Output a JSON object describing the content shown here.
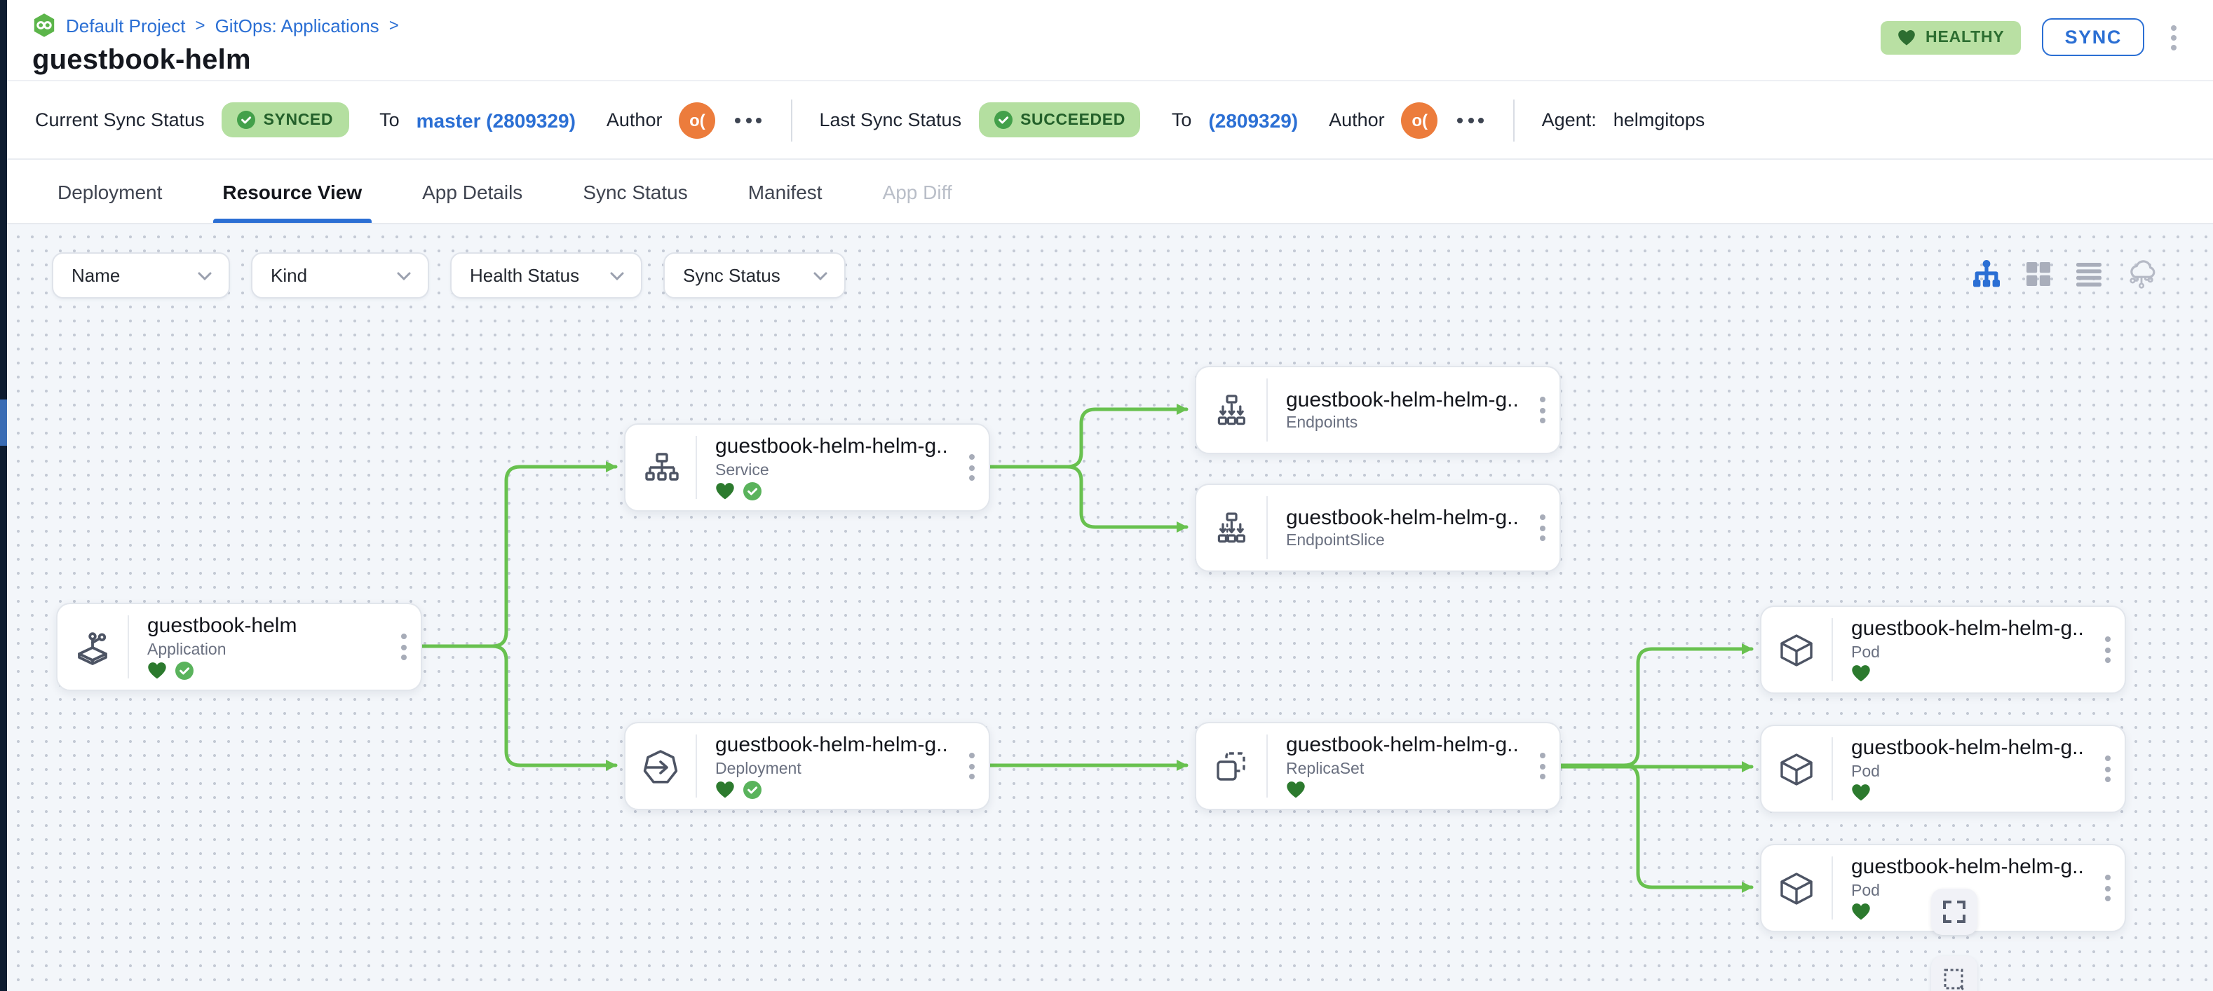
{
  "colors": {
    "accent_blue": "#2b6fd4",
    "edge_green": "#68c14f",
    "healthy_dark_green": "#2c7a2e",
    "badge_bg_green": "#b6dfa1",
    "avatar_orange": "#ec7c3c",
    "canvas_bg": "#f3f6fa",
    "nav_strip": "#0e1c30"
  },
  "breadcrumb": {
    "project": "Default Project",
    "section": "GitOps: Applications",
    "sep": ">"
  },
  "title": "guestbook-helm",
  "actions": {
    "health": "HEALTHY",
    "sync": "SYNC"
  },
  "status_bar": {
    "current_label": "Current Sync Status",
    "current_badge": "SYNCED",
    "to_label": "To",
    "current_revision": "master (2809329)",
    "author_label": "Author",
    "avatar_initials": "o(",
    "last_label": "Last Sync Status",
    "last_badge": "SUCCEEDED",
    "last_revision": "(2809329)",
    "agent_label": "Agent:",
    "agent_value": "helmgitops"
  },
  "tabs": [
    {
      "label": "Deployment"
    },
    {
      "label": "Resource View",
      "active": true
    },
    {
      "label": "App Details"
    },
    {
      "label": "Sync Status"
    },
    {
      "label": "Manifest"
    },
    {
      "label": "App Diff",
      "disabled": true
    }
  ],
  "filters": [
    {
      "label": "Name"
    },
    {
      "label": "Kind"
    },
    {
      "label": "Health Status"
    },
    {
      "label": "Sync Status"
    }
  ],
  "graph": {
    "nodes": [
      {
        "title": "guestbook-helm",
        "kind": "Application",
        "health": "healthy",
        "sync": "synced"
      },
      {
        "title": "guestbook-helm-helm-g...",
        "kind": "Service",
        "health": "healthy",
        "sync": "synced"
      },
      {
        "title": "guestbook-helm-helm-g...",
        "kind": "Endpoints"
      },
      {
        "title": "guestbook-helm-helm-g...",
        "kind": "EndpointSlice"
      },
      {
        "title": "guestbook-helm-helm-g...",
        "kind": "Deployment",
        "health": "healthy",
        "sync": "synced"
      },
      {
        "title": "guestbook-helm-helm-g...",
        "kind": "ReplicaSet",
        "health": "healthy"
      },
      {
        "title": "guestbook-helm-helm-g...",
        "kind": "Pod",
        "health": "healthy"
      },
      {
        "title": "guestbook-helm-helm-g...",
        "kind": "Pod",
        "health": "healthy"
      },
      {
        "title": "guestbook-helm-helm-g...",
        "kind": "Pod",
        "health": "healthy"
      }
    ],
    "edges": [
      {
        "from": "Application",
        "to": "Service"
      },
      {
        "from": "Application",
        "to": "Deployment"
      },
      {
        "from": "Service",
        "to": "Endpoints"
      },
      {
        "from": "Service",
        "to": "EndpointSlice"
      },
      {
        "from": "Deployment",
        "to": "ReplicaSet"
      },
      {
        "from": "ReplicaSet",
        "to": "Pod-1"
      },
      {
        "from": "ReplicaSet",
        "to": "Pod-2"
      },
      {
        "from": "ReplicaSet",
        "to": "Pod-3"
      }
    ]
  }
}
